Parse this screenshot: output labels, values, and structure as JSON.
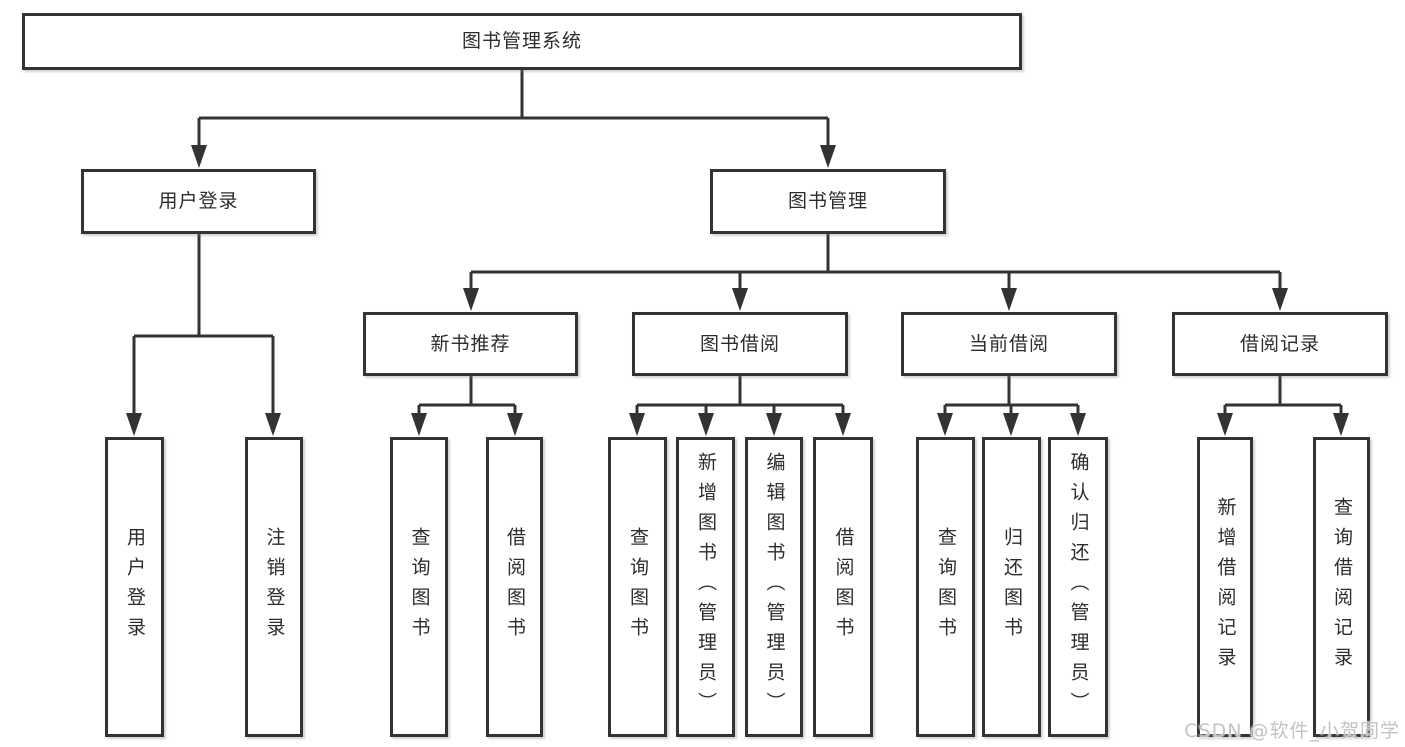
{
  "diagram": {
    "type": "hierarchy-org-chart",
    "title": "图书管理系统",
    "nodes": {
      "root": "图书管理系统",
      "level2": {
        "user_login": "用户登录",
        "book_mgmt": "图书管理"
      },
      "level3": {
        "new_book": "新书推荐",
        "book_borrow": "图书借阅",
        "current_borrow": "当前借阅",
        "borrow_record": "借阅记录"
      },
      "leaves": {
        "user_login": [
          "用户登录",
          "注销登录"
        ],
        "new_book": [
          "查询图书",
          "借阅图书"
        ],
        "book_borrow": [
          "查询图书",
          "新增图书（管理员）",
          "编辑图书（管理员）",
          "借阅图书"
        ],
        "current_borrow": [
          "查询图书",
          "归还图书",
          "确认归还（管理员）"
        ],
        "borrow_record": [
          "新增借阅记录",
          "查询借阅记录"
        ]
      }
    },
    "edges": [
      "图书管理系统 -> 用户登录",
      "图书管理系统 -> 图书管理",
      "用户登录 -> 用户登录",
      "用户登录 -> 注销登录",
      "图书管理 -> 新书推荐",
      "图书管理 -> 图书借阅",
      "图书管理 -> 当前借阅",
      "图书管理 -> 借阅记录",
      "新书推荐 -> 查询图书",
      "新书推荐 -> 借阅图书",
      "图书借阅 -> 查询图书",
      "图书借阅 -> 新增图书（管理员）",
      "图书借阅 -> 编辑图书（管理员）",
      "图书借阅 -> 借阅图书",
      "当前借阅 -> 查询图书",
      "当前借阅 -> 归还图书",
      "当前借阅 -> 确认归还（管理员）",
      "借阅记录 -> 新增借阅记录",
      "借阅记录 -> 查询借阅记录"
    ]
  },
  "watermark": {
    "text": "CSDN @软件_小贺同学"
  },
  "colors": {
    "line": "#333333",
    "box_border": "#333333",
    "text": "#2d2d2d",
    "box_background": "#ffffff",
    "page_background": "#ffffff",
    "watermark": "#c3c3c3"
  }
}
